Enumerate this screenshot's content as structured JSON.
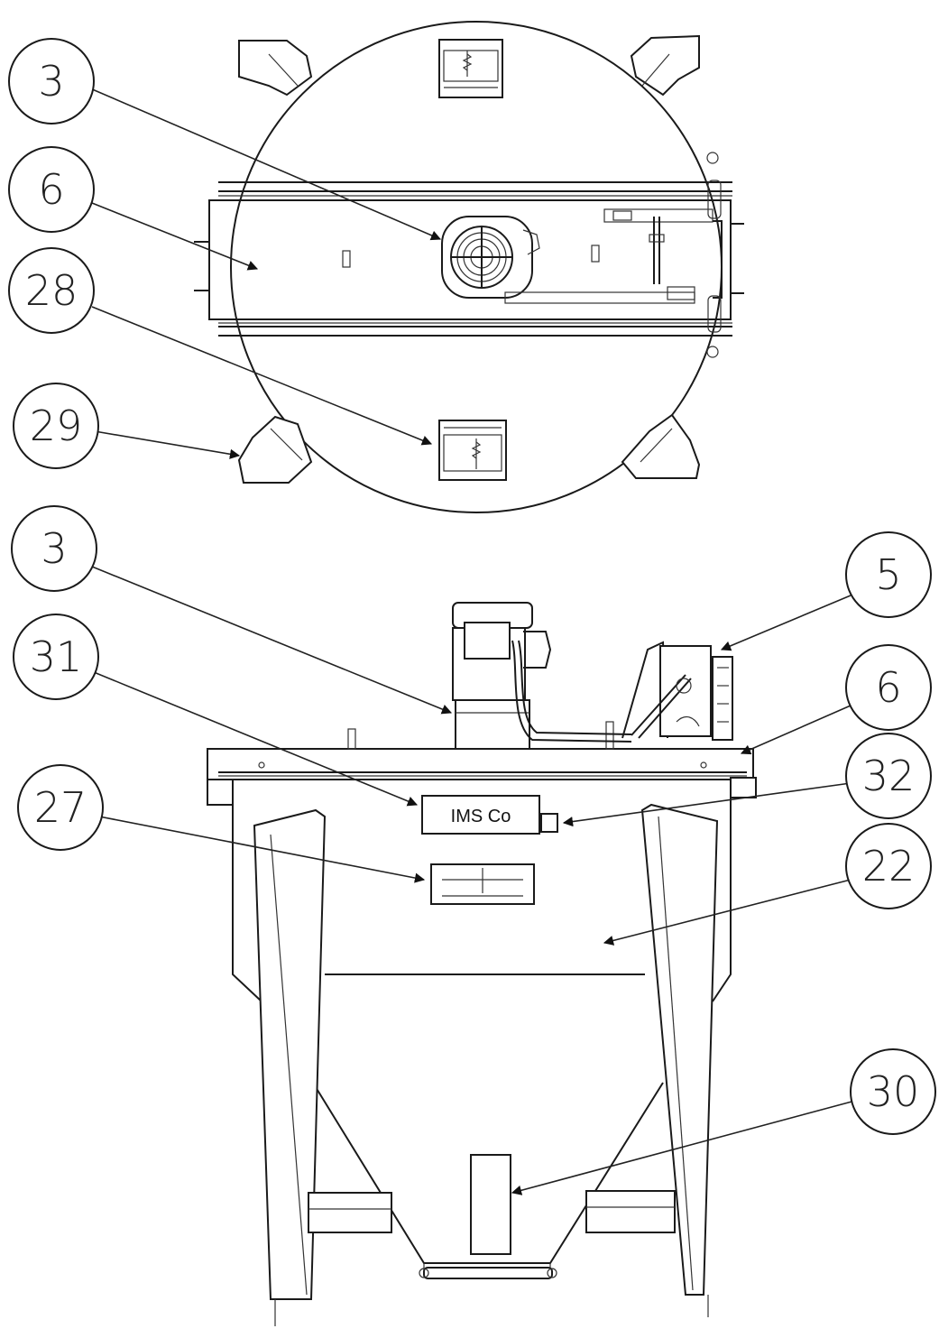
{
  "callouts": [
    {
      "id": "c3-top",
      "number": "3"
    },
    {
      "id": "c6-top",
      "number": "6"
    },
    {
      "id": "c28",
      "number": "28"
    },
    {
      "id": "c29",
      "number": "29"
    },
    {
      "id": "c3-side",
      "number": "3"
    },
    {
      "id": "c31",
      "number": "31"
    },
    {
      "id": "c27",
      "number": "27"
    },
    {
      "id": "c5",
      "number": "5"
    },
    {
      "id": "c6-side",
      "number": "6"
    },
    {
      "id": "c32",
      "number": "32"
    },
    {
      "id": "c22",
      "number": "22"
    },
    {
      "id": "c30",
      "number": "30"
    }
  ],
  "nameplate": {
    "label": "IMS Co"
  }
}
